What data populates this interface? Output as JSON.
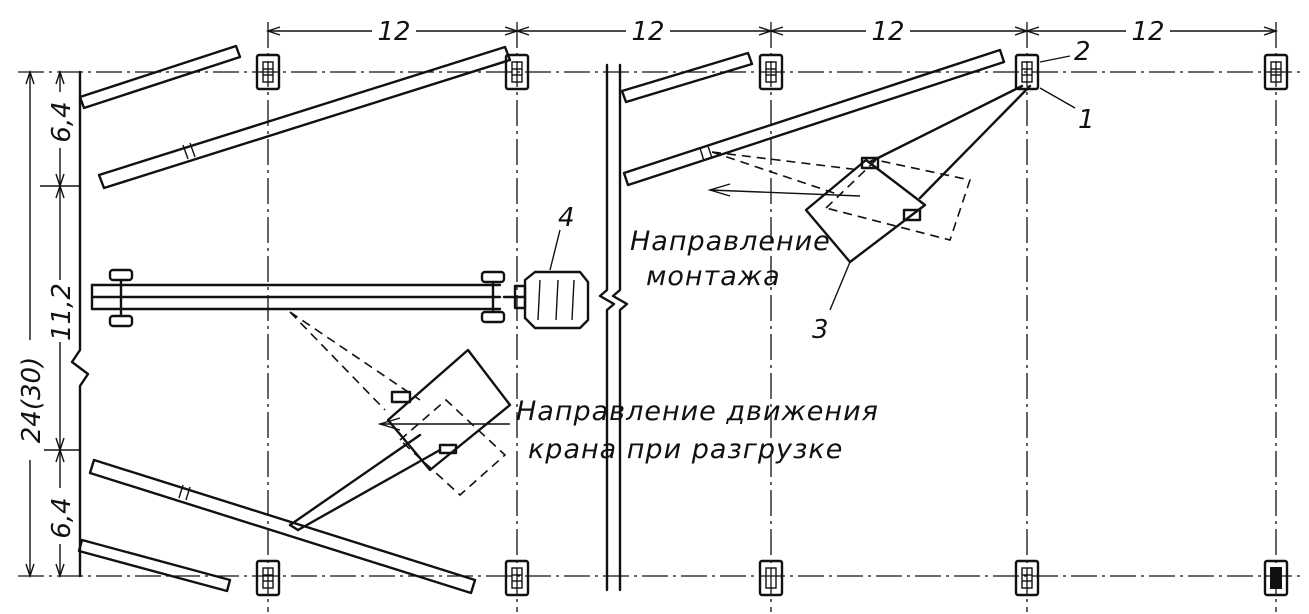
{
  "dimensions": {
    "span_1": "12",
    "span_2": "12",
    "span_3": "12",
    "span_4": "12",
    "total_width": "24(30)",
    "zone_top": "6,4",
    "zone_middle": "11,2",
    "zone_bottom": "6,4"
  },
  "labels": {
    "mounting_direction_line1": "Направление",
    "mounting_direction_line2": "монтажа",
    "crane_direction_line1": "Направление движения",
    "crane_direction_line2": "крана при разгрузке"
  },
  "callouts": {
    "c1": "1",
    "c2": "2",
    "c3": "3",
    "c4": "4"
  }
}
